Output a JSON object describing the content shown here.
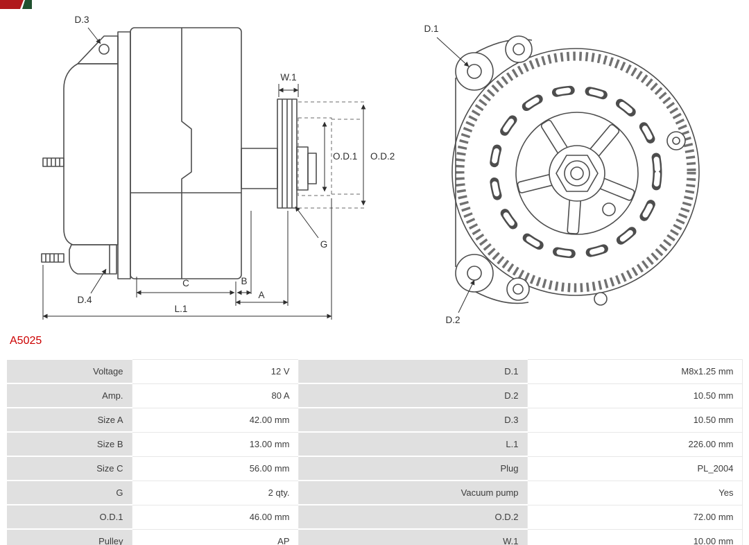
{
  "part_number": "A5025",
  "colors": {
    "accent_red": "#cc0000",
    "table_label_bg": "#e0e0e0",
    "line_color": "#4d4d4d",
    "logo_red": "#b0191c",
    "logo_green": "#20512f"
  },
  "drawing": {
    "side_view_labels": {
      "d3": "D.3",
      "d4": "D.4",
      "w1": "W.1",
      "od1": "O.D.1",
      "od2": "O.D.2",
      "g": "G",
      "c": "C",
      "b": "B",
      "a": "A",
      "l1": "L.1"
    },
    "rear_view_labels": {
      "d1": "D.1",
      "d2": "D.2"
    }
  },
  "spec_table": {
    "rows": [
      {
        "label_left": "Voltage",
        "value_left": "12 V",
        "label_right": "D.1",
        "value_right": "M8x1.25 mm"
      },
      {
        "label_left": "Amp.",
        "value_left": "80 A",
        "label_right": "D.2",
        "value_right": "10.50 mm"
      },
      {
        "label_left": "Size A",
        "value_left": "42.00 mm",
        "label_right": "D.3",
        "value_right": "10.50 mm"
      },
      {
        "label_left": "Size B",
        "value_left": "13.00 mm",
        "label_right": "L.1",
        "value_right": "226.00 mm"
      },
      {
        "label_left": "Size C",
        "value_left": "56.00 mm",
        "label_right": "Plug",
        "value_right": "PL_2004"
      },
      {
        "label_left": "G",
        "value_left": "2 qty.",
        "label_right": "Vacuum pump",
        "value_right": "Yes"
      },
      {
        "label_left": "O.D.1",
        "value_left": "46.00 mm",
        "label_right": "O.D.2",
        "value_right": "72.00 mm"
      },
      {
        "label_left": "Pulley",
        "value_left": "AP",
        "label_right": "W.1",
        "value_right": "10.00 mm"
      }
    ]
  }
}
